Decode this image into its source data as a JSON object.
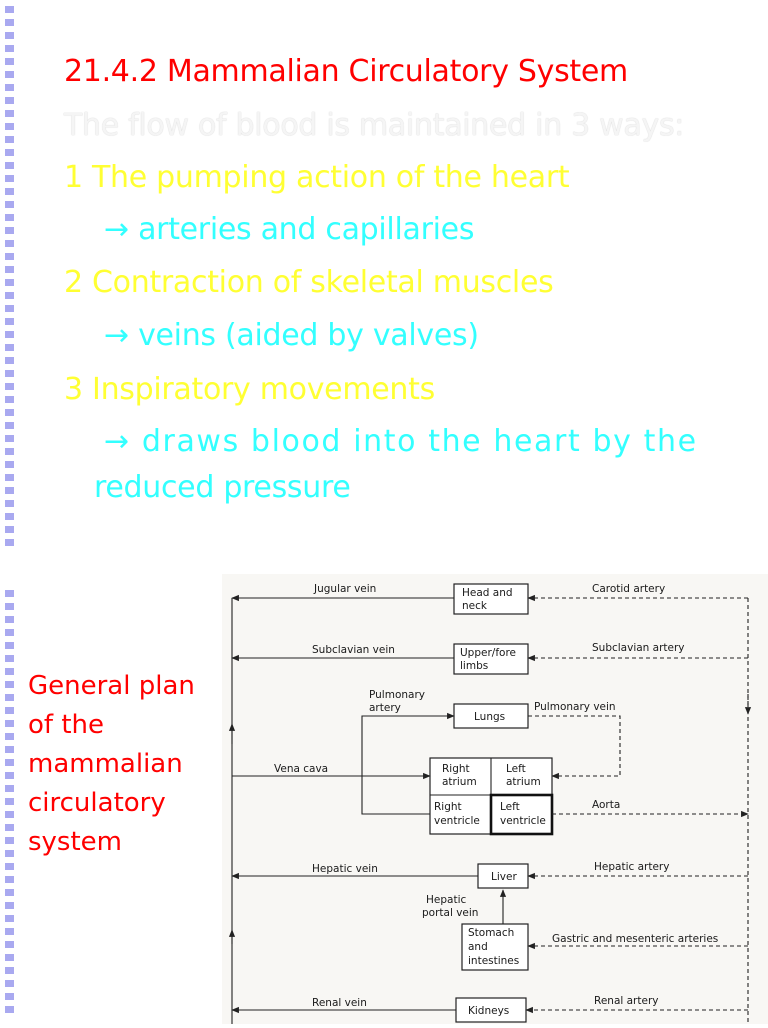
{
  "slide": {
    "title": "21.4.2 Mammalian Circulatory System",
    "subtitle": "The flow of blood is maintained in 3 ways:",
    "points": [
      {
        "label": "1 The pumping action of the heart",
        "sub": "→ arteries and capillaries"
      },
      {
        "label": "2 Contraction of skeletal muscles",
        "sub": "→ veins (aided by valves)"
      },
      {
        "label": "3 Inspiratory movements",
        "sub": "→ draws blood into the heart by the",
        "sub_cont": "reduced pressure"
      }
    ],
    "caption": [
      "General plan",
      "of the",
      "mammalian",
      "circulatory",
      "system"
    ],
    "colors": {
      "title": "#ff0000",
      "point": "#ffff33",
      "sub": "#33ffff",
      "caption": "#ff0000",
      "bullet": "#a9a9f0"
    }
  },
  "diagram": {
    "organs": {
      "head": [
        "Head and",
        "neck"
      ],
      "limbs": [
        "Upper/fore",
        "limbs"
      ],
      "lungs": "Lungs",
      "right_atrium": [
        "Right",
        "atrium"
      ],
      "left_atrium": [
        "Left",
        "atrium"
      ],
      "right_ventricle": [
        "Right",
        "ventricle"
      ],
      "left_ventricle": [
        "Left",
        "ventricle"
      ],
      "liver": "Liver",
      "stomach": [
        "Stomach",
        "and",
        "intestines"
      ],
      "kidneys": "Kidneys"
    },
    "vessels": {
      "jugular_vein": "Jugular vein",
      "carotid_artery": "Carotid artery",
      "subclavian_vein": "Subclavian vein",
      "subclavian_artery": "Subclavian artery",
      "pulmonary_artery": [
        "Pulmonary",
        "artery"
      ],
      "pulmonary_vein": "Pulmonary vein",
      "vena_cava": "Vena cava",
      "aorta": "Aorta",
      "hepatic_vein": "Hepatic vein",
      "hepatic_artery": "Hepatic artery",
      "hepatic_portal_vein": [
        "Hepatic",
        "portal vein"
      ],
      "gastric_arteries": "Gastric and mesenteric arteries",
      "renal_vein": "Renal vein",
      "renal_artery": "Renal artery"
    }
  }
}
